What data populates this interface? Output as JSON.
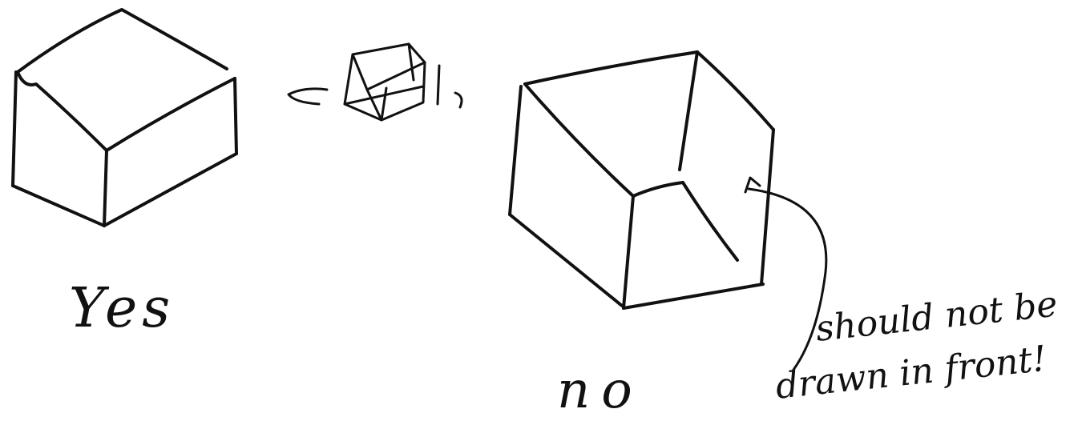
{
  "labels": {
    "yes": "Yes",
    "no": "no",
    "note_line1": "should not be",
    "note_line2": "drawn in front!"
  }
}
